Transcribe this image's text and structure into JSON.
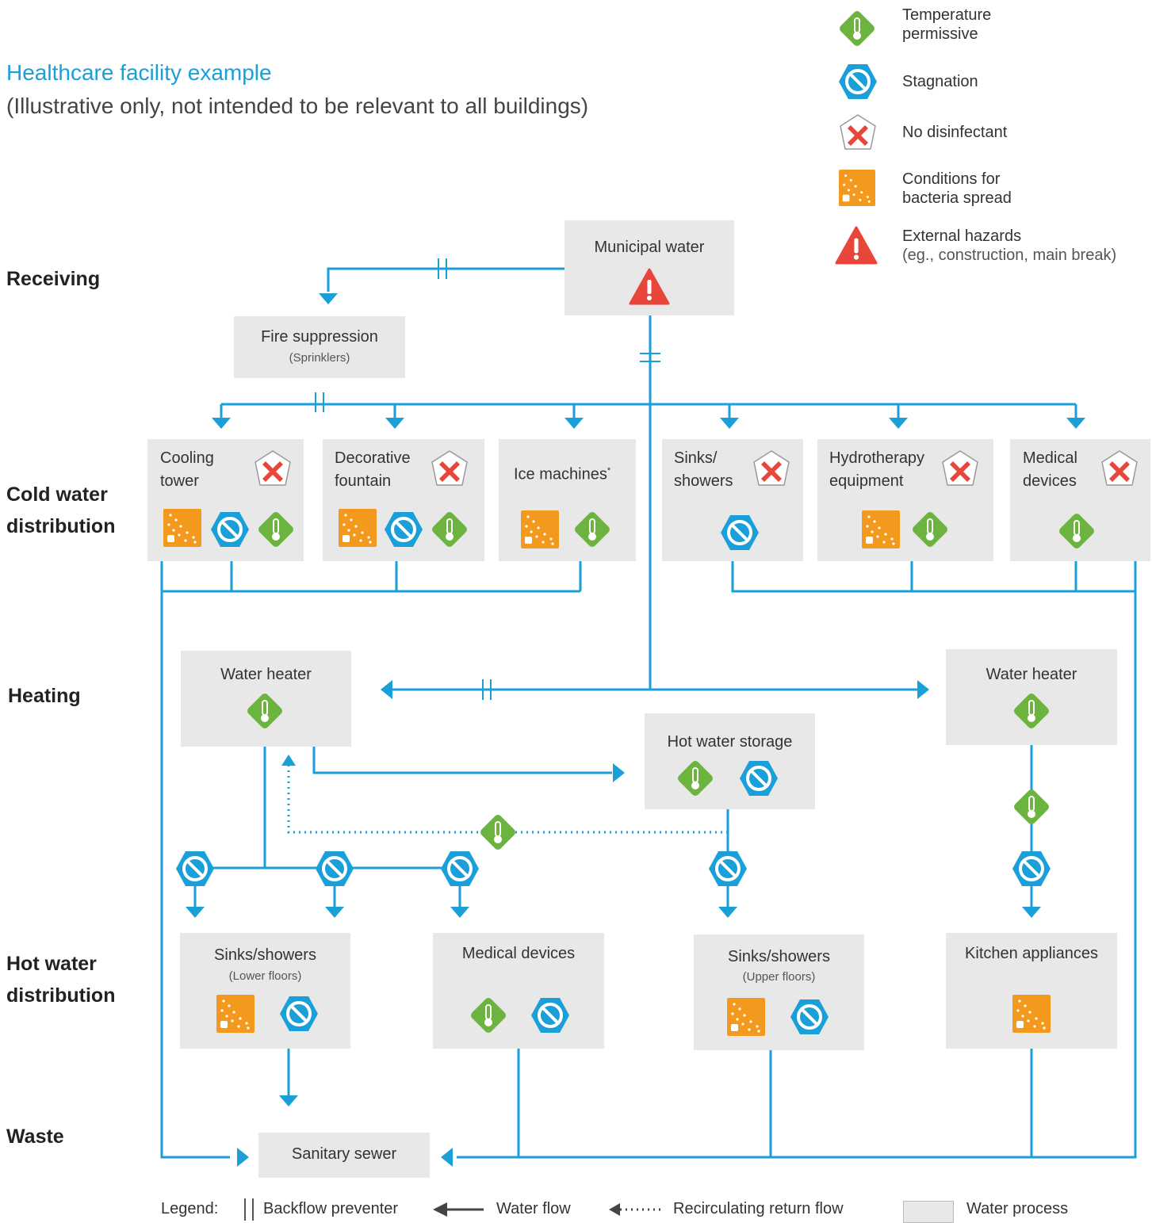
{
  "heading": {
    "title": "Healthcare facility example",
    "subtitle": "(Illustrative only, not intended to be relevant to all buildings)"
  },
  "stages": {
    "receiving": "Receiving",
    "cold_1": "Cold water",
    "cold_2": "distribution",
    "heating": "Heating",
    "hot_1": "Hot water",
    "hot_2": "distribution",
    "waste": "Waste"
  },
  "key": {
    "temp_1": "Temperature",
    "temp_2": "permissive",
    "stagnation": "Stagnation",
    "no_disinfectant": "No disinfectant",
    "bacteria_1": "Conditions for",
    "bacteria_2": "bacteria spread",
    "external_1": "External hazards",
    "external_2": "(eg., construction, main break)"
  },
  "boxes": {
    "municipal": "Municipal water",
    "fire": "Fire suppression",
    "fire_sub": "(Sprinklers)",
    "cooling_1": "Cooling",
    "cooling_2": "tower",
    "fountain_1": "Decorative",
    "fountain_2": "fountain",
    "ice": "Ice machines",
    "ice_mark": "*",
    "sinks_cold_1": "Sinks/",
    "sinks_cold_2": "showers",
    "hydro_1": "Hydrotherapy",
    "hydro_2": "equipment",
    "medical_cold_1": "Medical",
    "medical_cold_2": "devices",
    "heater_left": "Water heater",
    "heater_right": "Water heater",
    "storage": "Hot water storage",
    "sinks_lower": "Sinks/showers",
    "sinks_lower_sub": "(Lower floors)",
    "medical_hot": "Medical devices",
    "sinks_upper": "Sinks/showers",
    "sinks_upper_sub": "(Upper floors)",
    "kitchen": "Kitchen appliances",
    "sewer": "Sanitary sewer"
  },
  "legend": {
    "label": "Legend:",
    "backflow": "Backflow preventer",
    "water_flow": "Water flow",
    "recirc": "Recirculating return flow",
    "process": "Water process"
  },
  "colors": {
    "line": "#1a9fd8",
    "temperature": "#6cb33f",
    "stagnation": "#1a9fd8",
    "no_disinfectant": "#e8463a",
    "bacteria": "#f39a1e",
    "external": "#e8463a",
    "box": "#e8e8e9"
  },
  "icon_types": [
    "temperature-icon",
    "stagnation-icon",
    "no-disinfectant-icon",
    "bacteria-icon",
    "external-hazard-icon"
  ]
}
